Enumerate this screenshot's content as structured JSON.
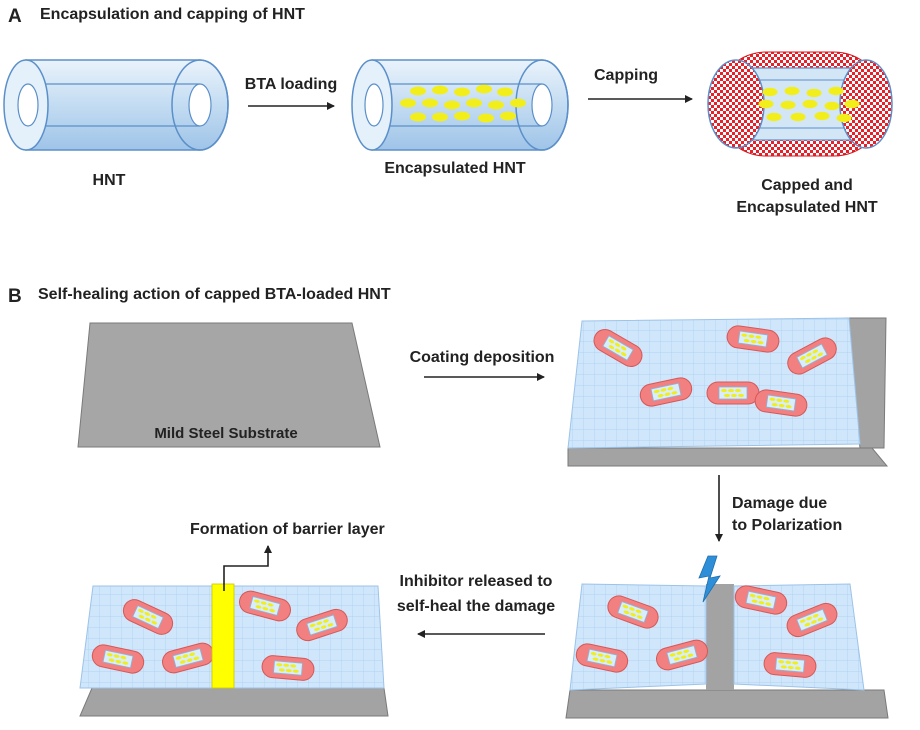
{
  "panel_a": {
    "letter": "A",
    "title": "Encapsulation and capping of HNT",
    "labels": {
      "hnt": "HNT",
      "encapsulated": "Encapsulated HNT",
      "capped_line1": "Capped and",
      "capped_line2": "Encapsulated HNT"
    },
    "arrows": {
      "loading": "BTA loading",
      "capping": "Capping"
    }
  },
  "panel_b": {
    "letter": "B",
    "title": "Self-healing action of capped BTA-loaded HNT",
    "substrate_label": "Mild Steel Substrate",
    "steps": {
      "coating": "Coating deposition",
      "damage_line1": "Damage due",
      "damage_line2": "to Polarization",
      "release_line1": "Inhibitor released to",
      "release_line2": "self-heal the damage",
      "barrier": "Formation of barrier layer"
    }
  },
  "colors": {
    "tube_fill": "#cfe3f4",
    "tube_stroke": "#5b8fc9",
    "inhibitor": "#f2ee1c",
    "cap": "#e8202a",
    "capsule": "#f28080",
    "coating": "#cfe6fb",
    "steel": "#a6a6a6",
    "bolt": "#2e8fd8",
    "barrier": "#ffff00"
  }
}
